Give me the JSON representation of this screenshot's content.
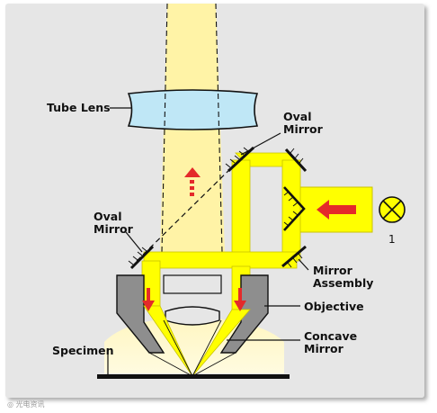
{
  "labels": {
    "tube_lens": "Tube Lens",
    "oval_mirror_top": "Oval\nMirror",
    "oval_mirror_left": "Oval\nMirror",
    "mirror_assembly": "Mirror\nAssembly",
    "objective": "Objective",
    "concave_mirror": "Concave\nMirror",
    "specimen": "Specimen",
    "lamp_number": "1"
  },
  "watermark": "◎ 光电资讯",
  "colors": {
    "panel": "#e6e6e6",
    "beam": "#ffff00",
    "beam_edge": "#c9c300",
    "glow": "#fff8c8",
    "lens": "#bfe7f6",
    "objective": "#8e8e8e",
    "arrow": "#e42a2a",
    "ink": "#111111"
  },
  "icons": [
    "lamp-icon",
    "arrow-left-icon",
    "arrow-down-icon",
    "arrow-up-dashed-icon"
  ]
}
